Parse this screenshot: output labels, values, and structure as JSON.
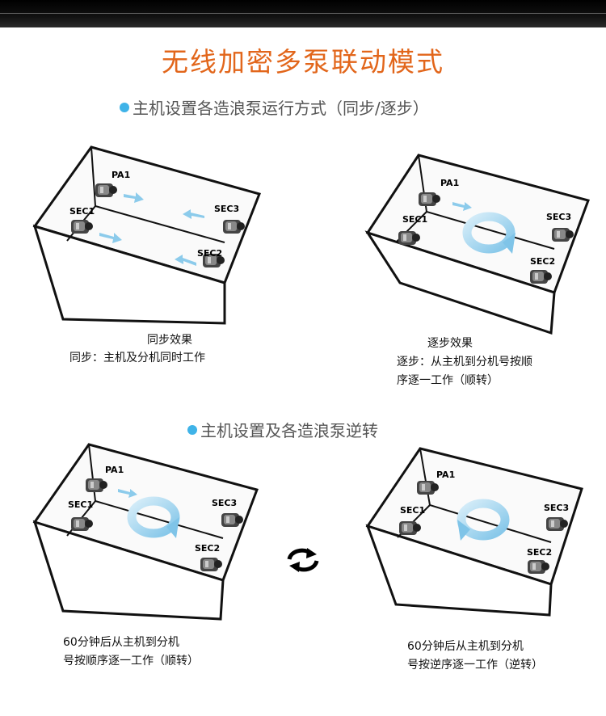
{
  "title": "无线加密多泵联动模式",
  "section_sync": "主机设置各造浪泵运行方式（同步/逐步）",
  "section_reverse": "主机设置及各造浪泵逆转",
  "labels": {
    "pa1": "PA1",
    "sec1": "SEC1",
    "sec2": "SEC2",
    "sec3": "SEC3"
  },
  "captions": {
    "sync_title": "同步效果",
    "sync_desc": "同步：主机及分机同时工作",
    "step_title": "逐步效果",
    "step_desc_1": "逐步：从主机到分机号按顺",
    "step_desc_2": "序逐一工作（顺转）",
    "cw_desc_1": "60分钟后从主机到分机",
    "cw_desc_2": "号按顺序逐一工作（顺转）",
    "ccw_desc_1": "60分钟后从主机到分机",
    "ccw_desc_2": "号按逆序逐一工作（逆转）"
  },
  "colors": {
    "accent": "#e2661b",
    "bullet": "#3fb3e8",
    "flow": "#8ccbeb"
  },
  "icons": {
    "swap": "swap-rotation-icon",
    "pump": "wave-pump-icon"
  }
}
